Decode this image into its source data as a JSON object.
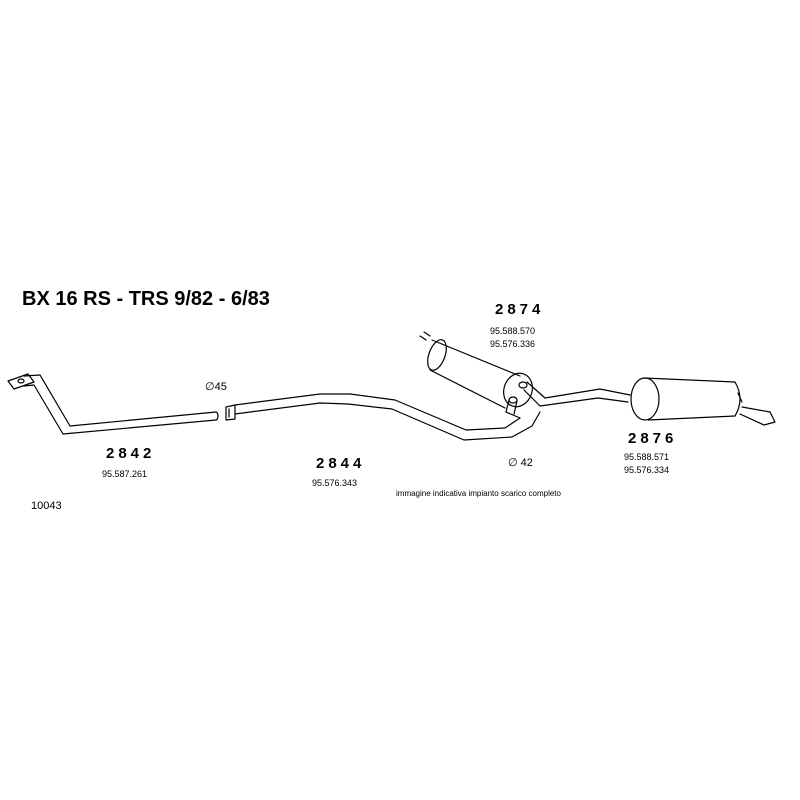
{
  "title": "BX 16 RS - TRS  9/82 - 6/83",
  "parts": [
    {
      "number": "2842",
      "refs": [
        "95.587.261"
      ]
    },
    {
      "number": "2844",
      "refs": [
        "95.576.343"
      ]
    },
    {
      "number": "2874",
      "refs": [
        "95.588.570",
        "95.576.336"
      ]
    },
    {
      "number": "2876",
      "refs": [
        "95.588.571",
        "95.576.334"
      ]
    }
  ],
  "diameters": {
    "front": "∅45",
    "rear": "∅  42"
  },
  "note": "immagine indicativa impianto scarico completo",
  "catalog_code": "10043"
}
